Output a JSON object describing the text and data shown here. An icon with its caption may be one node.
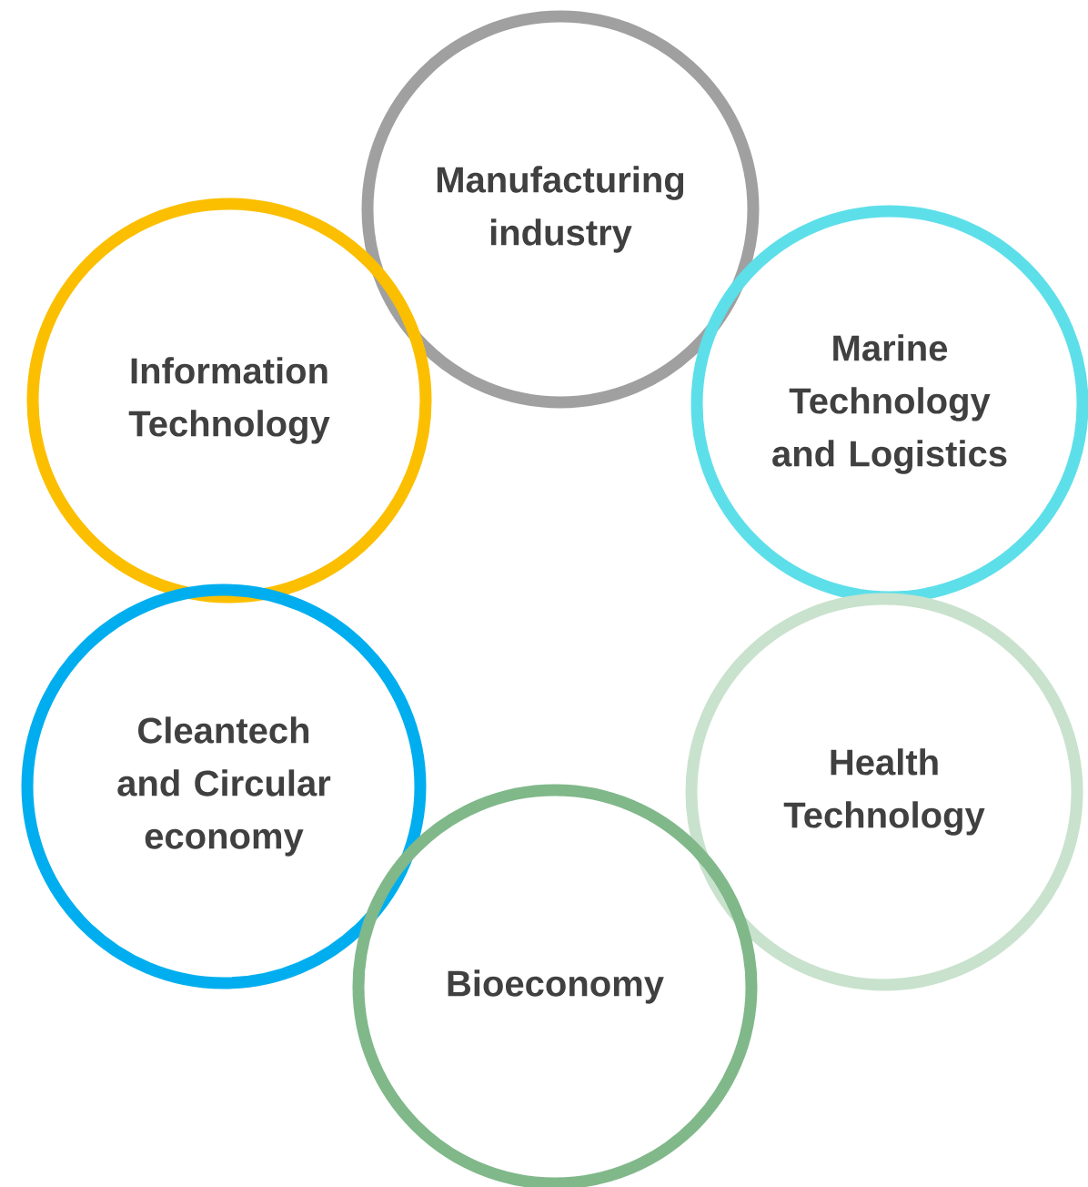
{
  "diagram": {
    "nodes": [
      {
        "text": [
          "Manufacturing industry"
        ]
      },
      {
        "text": [
          "Information Technology"
        ]
      },
      {
        "text": [
          "Marine Technology and Logistics"
        ]
      },
      {
        "text": [
          "Cleantech and Circular economy"
        ]
      },
      {
        "text": [
          "Health Technology"
        ]
      },
      {
        "text": [
          "Bioeconomy"
        ]
      }
    ]
  }
}
